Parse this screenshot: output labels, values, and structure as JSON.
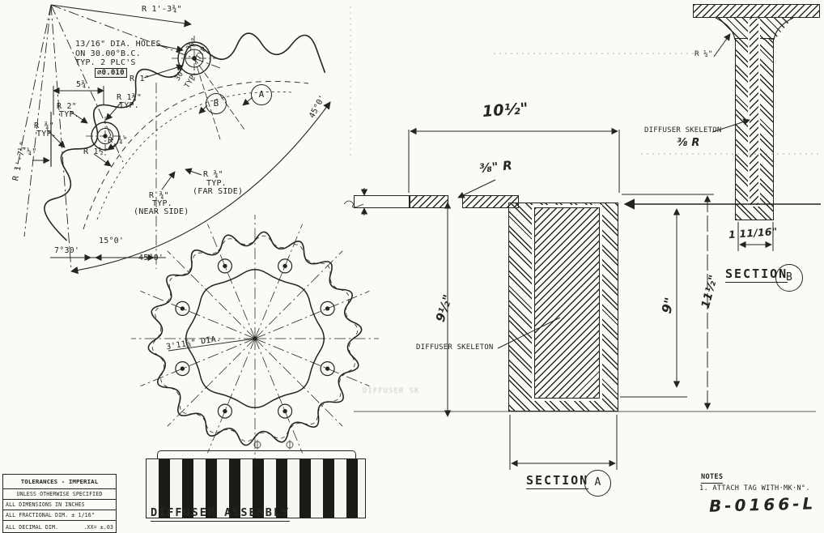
{
  "drawing_number": "B-0166-L",
  "colors": {
    "ink": "#26241f",
    "paper": "#fbfaf6"
  },
  "plan_detail": {
    "labels": {
      "radius_big": "R 1'-3¾\"",
      "holes1": "13/16\" DIA. HOLES",
      "holes2": "ON 30.00°B.C.",
      "holes3": "TYP. 2 PLC'S",
      "tol_box": "⌀0.010",
      "r1": "R 1\"",
      "dim534": "5¾",
      "r134": "R 1¾\"",
      "typ_a": "TYP.",
      "r2": "R 2\"",
      "typ_b": "TYP.",
      "r34_left": "R ¾\"",
      "typ_c": "TYP.",
      "radius_left": "R 1'-7¼\"",
      "dim14": "¼\"",
      "r112": "R 1½\"",
      "r34_mid": "R ¾\"",
      "near1": "R ¾\"",
      "near2": "TYP.",
      "near3": "(NEAR SIDE)",
      "far1": "R ¾\"",
      "far2": "TYP.",
      "far3": "(FAR SIDE)",
      "ang30a": "30°",
      "typ30a": "TYP",
      "ang30b": "30°",
      "typ30b": "TYP",
      "ang730": "7°30'",
      "ang15": "15°0'",
      "ang45": "45°0'",
      "ang45b": "45°0'",
      "balloon_a": "A",
      "balloon_b": "B"
    }
  },
  "front_view": {
    "dia_label": "3'11⅝\" DIA.",
    "teeth": 18,
    "bolt_holes": 8,
    "spokes": 16
  },
  "assembly_view": {
    "title": "DIFFUSER ASSEMBLY",
    "stripes": 19
  },
  "section_a": {
    "label": "SECTION",
    "balloon": "A",
    "skeleton_label": "DIFFUSER SKELETON",
    "ghost": "DIFFUSER SK",
    "dims": {
      "width_top": "10½\"",
      "fillet": "⅜\" R",
      "h_left": "9½\"",
      "h_inner": "9\"",
      "h_right": "11½\""
    }
  },
  "section_b": {
    "label": "SECTION",
    "balloon": "B",
    "skeleton_label": "DIFFUSER SKELETON",
    "dims": {
      "fillet_top": "R ¼\"",
      "rib": "⅜ R",
      "width_bottom": "1 11/16\""
    }
  },
  "notes": {
    "heading": "NOTES",
    "item1": "1. ATTACH TAG WITH·MK·N°."
  },
  "title_block": {
    "rows": [
      "TOLERANCES - IMPERIAL",
      "UNLESS OTHERWISE SPECIFIED",
      "ALL DIMENSIONS IN INCHES",
      "ALL FRACTIONAL DIM. ± 1/16\""
    ],
    "decimal_left": "ALL DECIMAL DIM.",
    "decimal_right": ".XX= ±.03"
  }
}
